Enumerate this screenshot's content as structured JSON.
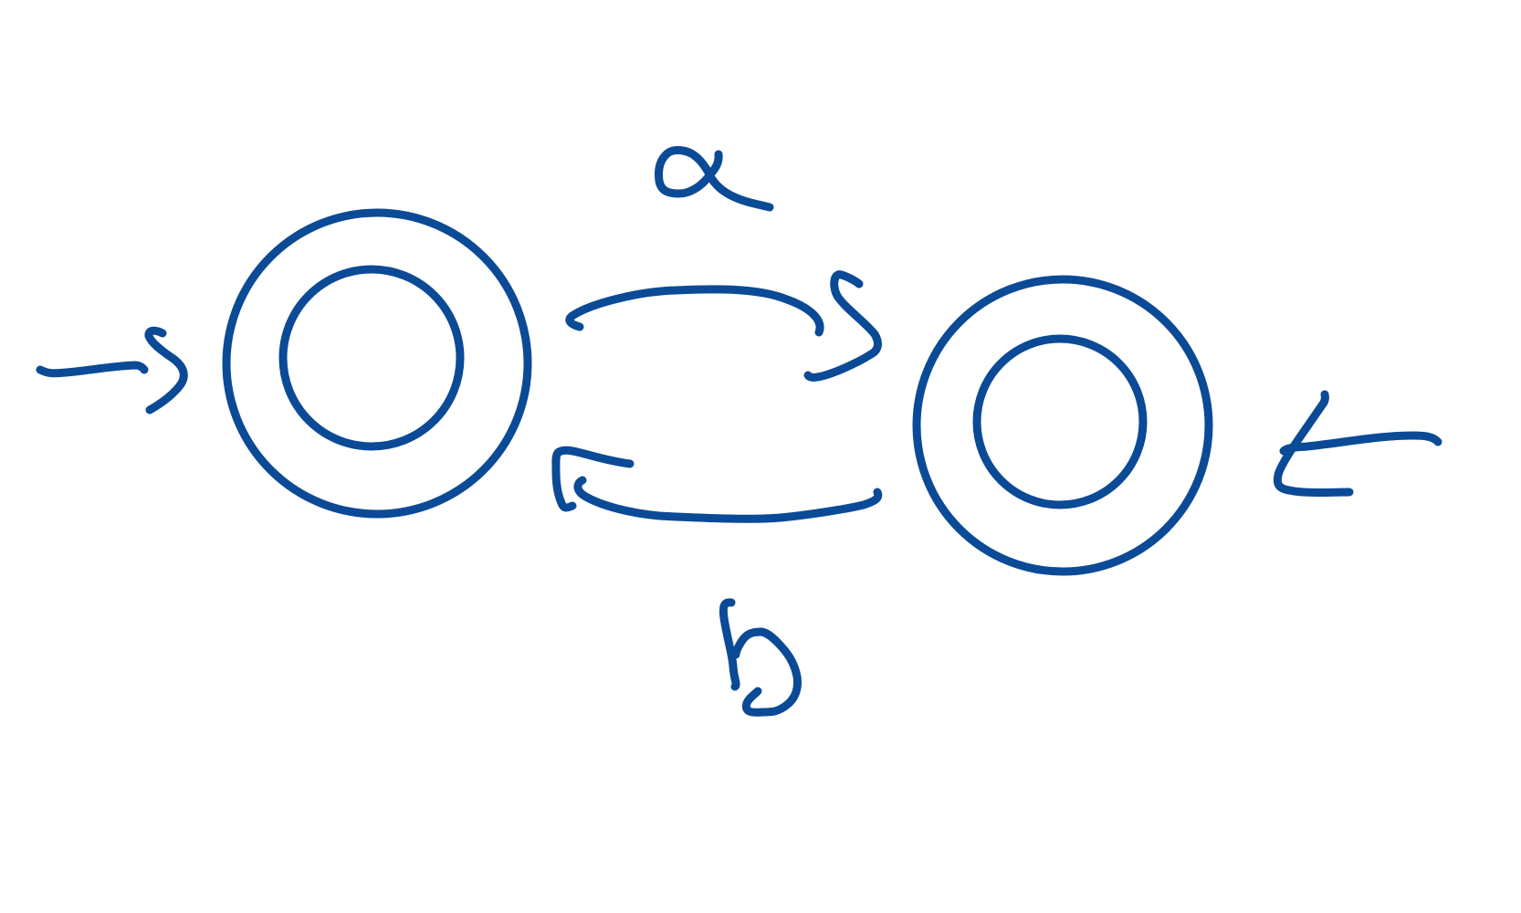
{
  "diagram": {
    "stroke_color": "#0b4a96",
    "background_color": "#ffffff",
    "states": [
      {
        "id": "state-left",
        "accepting": true,
        "initial": true
      },
      {
        "id": "state-right",
        "accepting": true,
        "initial": true
      }
    ],
    "transitions": [
      {
        "from": "state-left",
        "to": "state-right",
        "label": "a"
      },
      {
        "from": "state-right",
        "to": "state-left",
        "label": "b"
      }
    ]
  }
}
